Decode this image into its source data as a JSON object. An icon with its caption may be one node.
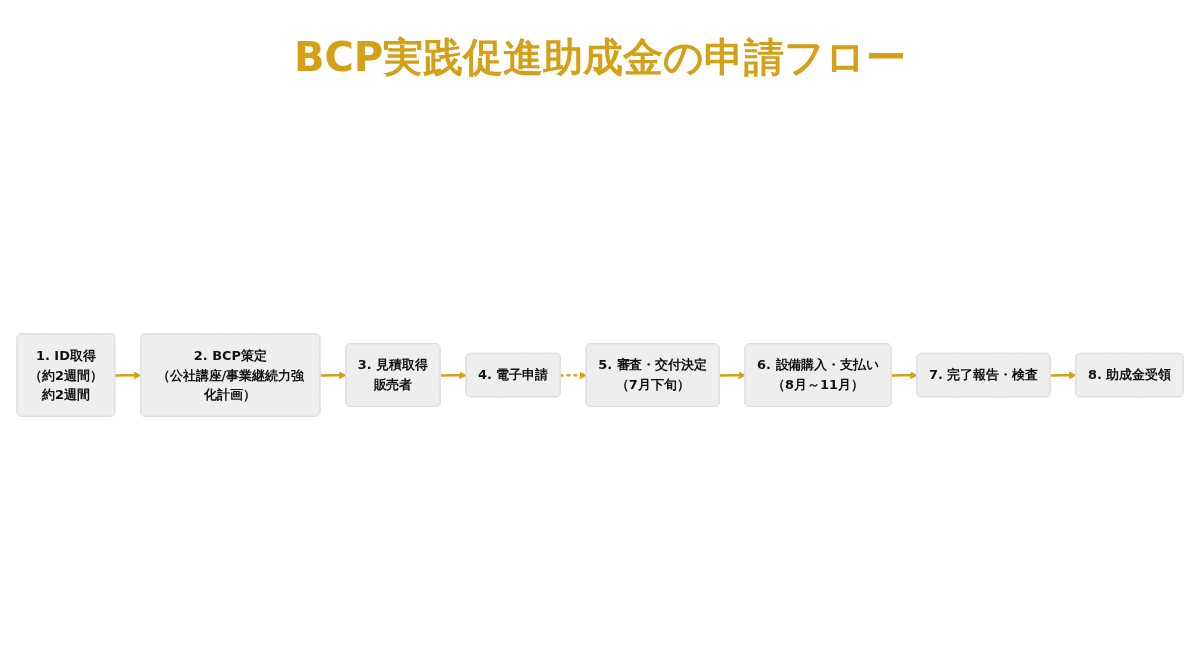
{
  "diagram": {
    "title": "BCP実践促進助成金の申請フロー",
    "nodes": [
      {
        "text": [
          "1. ID取得",
          "（約2週間）",
          "約2週間"
        ]
      },
      {
        "text": [
          "2. BCP策定",
          "（公社講座/事業継続力強化計画）"
        ]
      },
      {
        "text": [
          "3. 見積取得",
          "販売者"
        ]
      },
      {
        "text": [
          "4. 電子申請"
        ]
      },
      {
        "text": [
          "5. 審査・交付決定",
          "（7月下旬）"
        ]
      },
      {
        "text": [
          "6. 設備購入・支払い",
          "（8月～11月）"
        ]
      },
      {
        "text": [
          "7. 完了報告・検査"
        ]
      },
      {
        "text": [
          "8. 助成金受領"
        ]
      }
    ],
    "edges": [
      {
        "from": 0,
        "to": 1,
        "arrow": "to"
      },
      {
        "from": 1,
        "to": 2,
        "arrow": "to"
      },
      {
        "from": 2,
        "to": 3,
        "arrow": "to"
      },
      {
        "from": 3,
        "to": 4,
        "arrow": "to",
        "style": "dashed"
      },
      {
        "from": 4,
        "to": 5,
        "arrow": "to"
      },
      {
        "from": 5,
        "to": 6,
        "arrow": "to"
      },
      {
        "from": 6,
        "to": 7,
        "arrow": "to"
      }
    ]
  }
}
